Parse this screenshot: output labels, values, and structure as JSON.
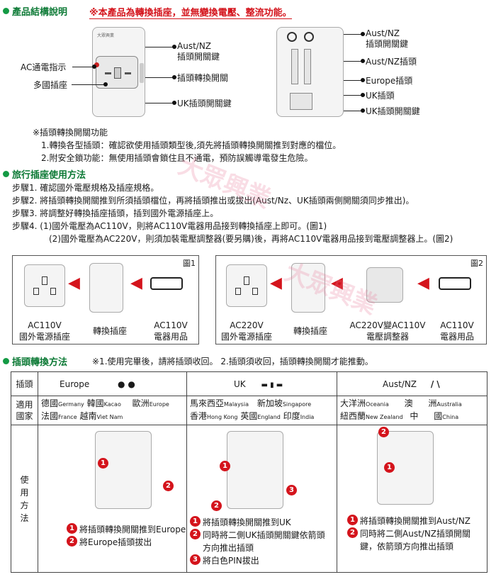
{
  "structure": {
    "title": "產品結構說明",
    "notice": "※本產品為轉換插座，並無變換電壓、整流功能。",
    "left_labels": {
      "ac_indicator": "AC通電指示",
      "multi_socket": "多國插座"
    },
    "mid_labels": {
      "aust_nz_switch": "Aust/NZ\n插頭開關鍵",
      "plug_switch": "插頭轉換開關",
      "uk_switch": "UK插頭開關鍵"
    },
    "right_labels": {
      "aust_nz_switch": "Aust/NZ\n插頭開關鍵",
      "aust_nz_plug": "Aust/NZ插頭",
      "europe_plug": "Europe插頭",
      "uk_plug": "UK插頭",
      "uk_switch": "UK插頭開關鍵"
    },
    "device_brand": "大眾興業",
    "function_title": "※插頭轉換開關功能",
    "function_items": [
      "1.轉換各型插頭：確認欲使用插頭類型後,須先將插頭轉換開關推到對應的檔位。",
      "2.附安全鎖功能：無使用插頭會鎖住且不通電，預防誤觸導電發生危險。"
    ]
  },
  "travel": {
    "title": "旅行插座使用方法",
    "steps": [
      "步驟1. 確認國外電壓規格及插座規格。",
      "步驟2. 將插頭轉換開關推到所須插頭檔位，再將插頭推出或拔出(Aust/Nz、UK插頭兩側開關須同步推出)。",
      "步驟3. 將調整好轉換插座插頭，插到國外電源插座上。",
      "步驟4. (1)國外電壓為AC110V，則將AC110V電器用品接到轉換插座上即可。(圖1)",
      "(2)國外電壓為AC220V，則須加裝電壓調整器(要另購)後，再將AC110V電器用品接到電壓調整器上。(圖2)"
    ]
  },
  "fig1": {
    "tag": "圖1",
    "wall_label": "AC110V\n國外電源插座",
    "adapter_label": "轉換插座",
    "appliance_label": "AC110V\n電器用品"
  },
  "fig2": {
    "tag": "圖2",
    "wall_label": "AC220V\n國外電源插座",
    "adapter_label": "轉換插座",
    "regulator_label": "AC220V變AC110V\n電壓調整器",
    "appliance_label": "AC110V\n電器用品"
  },
  "conversion": {
    "title": "插頭轉換方法",
    "note": "※1.使用完畢後，請將插頭收回。   2.插頭須收回，插頭轉換開關才能推動。",
    "row_plug": "插頭",
    "row_countries": "適用\n國家",
    "row_usage": "使\n用\n方\n法",
    "cols": [
      {
        "name": "Europe",
        "symbol": "●  ●",
        "countries": [
          [
            "德國",
            "Germany"
          ],
          [
            "韓國",
            "Kacao"
          ],
          [
            "歐洲",
            "Europe"
          ],
          [
            "法國",
            "France"
          ],
          [
            "越南",
            "Viet Nam"
          ]
        ],
        "instructions": [
          "將插頭轉換開關推到Europe",
          "將Europe插頭拔出"
        ]
      },
      {
        "name": "UK",
        "symbol": "▬ ▮ ▬",
        "countries": [
          [
            "馬來西亞",
            "Malaysia"
          ],
          [
            "新加坡",
            "Singapore"
          ],
          [
            "香港",
            "Hong Kong"
          ],
          [
            "英國",
            "England"
          ],
          [
            "印度",
            "India"
          ]
        ],
        "instructions": [
          "將插頭轉換開關推到UK",
          "同時將二側UK插頭開關鍵依箭頭方向推出插頭",
          "將白色PIN拔出"
        ]
      },
      {
        "name": "Aust/NZ",
        "symbol": "/  \\",
        "countries": [
          [
            "大洋洲",
            "Oceania"
          ],
          [
            "澳",
            ""
          ],
          [
            "洲",
            "Australia"
          ],
          [
            "紐西蘭",
            "New Zealand"
          ],
          [
            "中",
            ""
          ],
          [
            "國",
            "China"
          ]
        ],
        "instructions": [
          "將插頭轉換開關推到Aust/NZ",
          "同時將二側Aust/NZ插頭開關鍵，依箭頭方向推出插頭"
        ]
      }
    ]
  },
  "watermark": "大眾興業",
  "colors": {
    "heading_green": "#0d7a36",
    "accent_red": "#d4141c",
    "device_grey": "#f4f4f4"
  }
}
